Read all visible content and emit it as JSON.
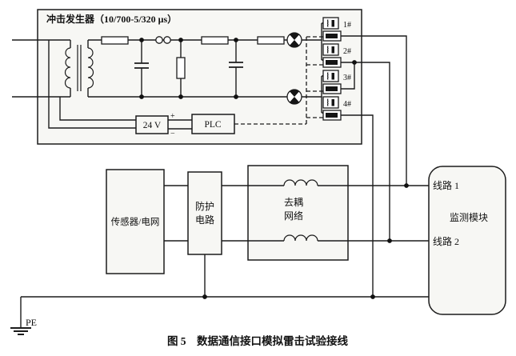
{
  "colors": {
    "line": "#1c1c1c",
    "box_fill": "#f7f7f4",
    "contact_fill": "#151515"
  },
  "generator": {
    "title": "冲击发生器（10/700-5/320 μs）",
    "psu_label": "24 V",
    "psu_plus": "+",
    "psu_minus": "−",
    "plc_label": "PLC",
    "switch_labels": [
      "1#",
      "2#",
      "3#",
      "4#"
    ]
  },
  "blocks": {
    "sensor_label": "传感器/电网",
    "protection_line1": "防护",
    "protection_line2": "电路",
    "decoupling_line1": "去耦",
    "decoupling_line2": "网络",
    "monitor_label": "监测模块",
    "line1_label": "线路 1",
    "line2_label": "线路 2"
  },
  "ground": {
    "pe_label": "PE"
  },
  "caption": "图 5　数据通信接口模拟雷击试验接线"
}
